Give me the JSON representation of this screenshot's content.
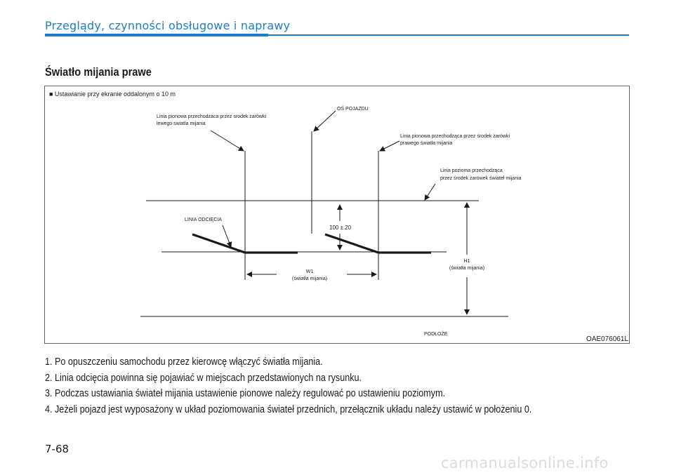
{
  "header": {
    "title": "Przeglądy, czynności obsługowe i naprawy"
  },
  "section": {
    "title": "Światło mijania prawe"
  },
  "diagram": {
    "caption": "■  Ustawianie przy ekranie oddalonym o 10 m",
    "label_left_vertical_1": "Linia pionowa przechodzaca przez srodek zarówki",
    "label_left_vertical_2": "lewego swiatla mijania",
    "label_axis": "OŚ POJAZDU",
    "label_right_vertical_1": "Linia pionowa przechodząca przez środek żarówki",
    "label_right_vertical_2": "prawego światła mijania",
    "label_horizontal_1": "Linia pozioma przechodząca",
    "label_horizontal_2": "przez środek żarówek świateł mijania",
    "label_cutoff": "LINIA ODCIĘCIA",
    "label_offset": "100 ± 20",
    "label_w1": "W1",
    "label_w1_sub": "(światła mijania)",
    "label_h1": "H1",
    "label_h1_sub": "(światła mijania)",
    "label_ground": "PODŁOŻE",
    "code": "OAE076061L"
  },
  "instructions": [
    "1.  Po opuszczeniu samochodu przez kierowcę włączyć światła mijania.",
    "2.  Linia odcięcia powinna się pojawiać w miejscach przedstawionych na rysunku.",
    "3.  Podczas ustawiania świateł mijania ustawienie pionowe należy regulować po ustawieniu poziomym.",
    "4.  Jeżeli pojazd jest wyposażony w układ poziomowania świateł przednich, przełącznik układu należy ustawić w położeniu 0."
  ],
  "page_number": "7-68",
  "watermark": "carmanualsonline.info"
}
